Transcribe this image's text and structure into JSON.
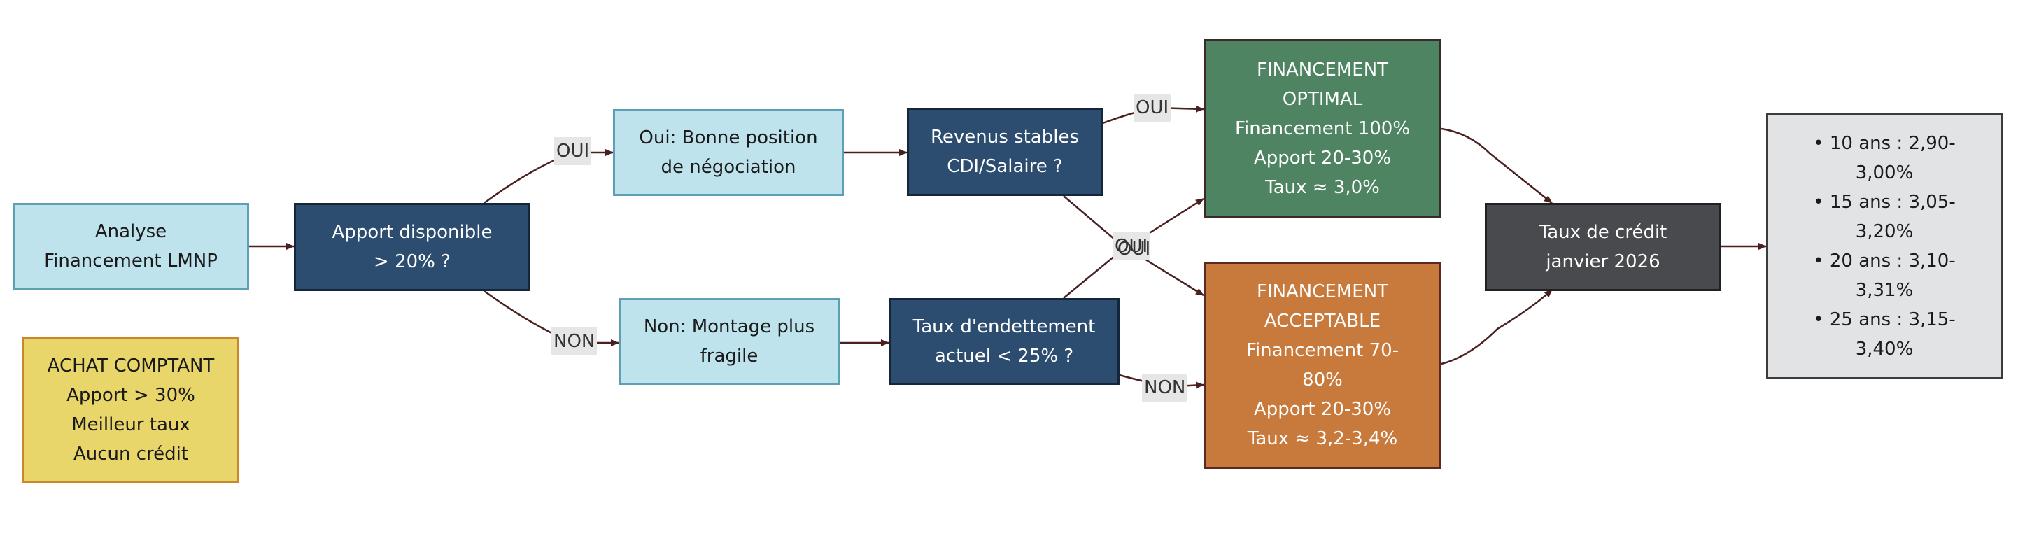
{
  "colors": {
    "light": "#bfe3ec",
    "dark": "#2d4d70",
    "green": "#4e8462",
    "orange": "#c87a3c",
    "gray": "#484a4e",
    "yellow": "#e8d66a",
    "light_gray": "#e2e3e4",
    "edge": "#4a1f1f"
  },
  "nodes": {
    "analyse": [
      "Analyse",
      "Financement LMNP"
    ],
    "apport": [
      "Apport disponible",
      "> 20% ?"
    ],
    "oui_position": [
      "Oui: Bonne position",
      "de négociation"
    ],
    "non_montage": [
      "Non: Montage plus",
      "fragile"
    ],
    "revenus": [
      "Revenus stables",
      "CDI/Salaire ?"
    ],
    "endettement": [
      "Taux d'endettement",
      "actuel < 25% ?"
    ],
    "optimal": [
      "FINANCEMENT",
      "OPTIMAL",
      "Financement 100%",
      "Apport 20-30%",
      "Taux ≈ 3,0%"
    ],
    "acceptable": [
      "FINANCEMENT",
      "ACCEPTABLE",
      "Financement 70-",
      "80%",
      "Apport 20-30%",
      "Taux ≈ 3,2-3,4%"
    ],
    "taux_credit": [
      "Taux de crédit",
      "janvier 2026"
    ],
    "taux_list": [
      "• 10 ans : 2,90-",
      "3,00%",
      "• 15 ans : 3,05-",
      "3,20%",
      "• 20 ans : 3,10-",
      "3,31%",
      "• 25 ans : 3,15-",
      "3,40%"
    ],
    "comptant": [
      "ACHAT COMPTANT",
      "Apport > 30%",
      "Meilleur taux",
      "Aucun crédit"
    ]
  },
  "edge_labels": {
    "apport_oui": "OUI",
    "apport_non": "NON",
    "revenus_oui": "OUI",
    "cross_a": "OUI",
    "cross_b": "OUI",
    "endettement_non": "NON"
  }
}
